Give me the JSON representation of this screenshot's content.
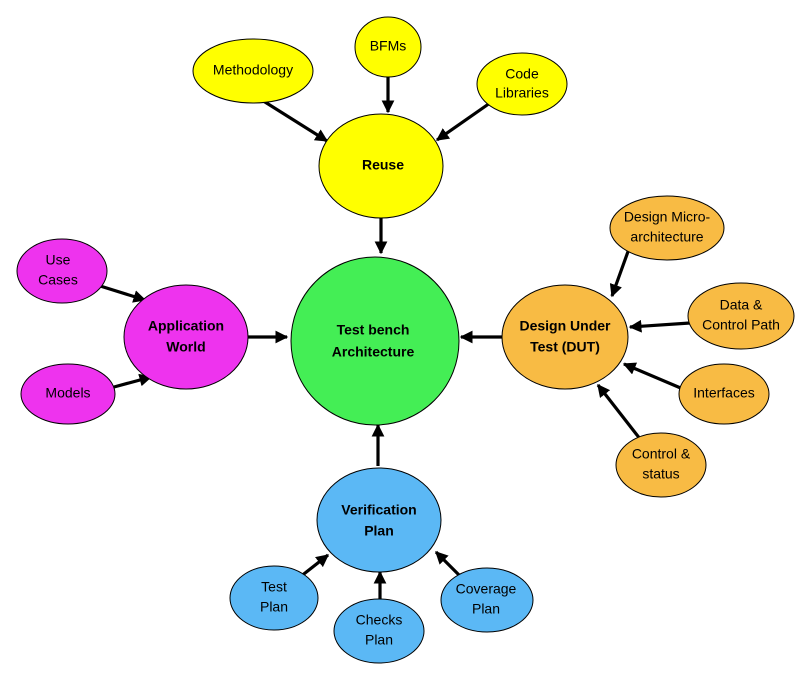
{
  "colors": {
    "reuse": "#ffff00",
    "center": "#44ee55",
    "application": "#ee33ee",
    "dut": "#f8bb44",
    "verification": "#5bb8f5"
  },
  "nodes": {
    "center": [
      "Test bench",
      "Architecture"
    ],
    "reuse": [
      "Reuse"
    ],
    "methodology": [
      "Methodology"
    ],
    "bfms": [
      "BFMs"
    ],
    "code_libraries": [
      "Code",
      "Libraries"
    ],
    "application_world": [
      "Application",
      "World"
    ],
    "use_cases": [
      "Use",
      "Cases"
    ],
    "models": [
      "Models"
    ],
    "dut": [
      "Design Under",
      "Test (DUT)"
    ],
    "design_micro": [
      "Design Micro-",
      "architecture"
    ],
    "data_control": [
      "Data &",
      "Control Path"
    ],
    "interfaces": [
      "Interfaces"
    ],
    "control_status": [
      "Control &",
      "status"
    ],
    "verification_plan": [
      "Verification",
      "Plan"
    ],
    "test_plan": [
      "Test",
      "Plan"
    ],
    "checks_plan": [
      "Checks",
      "Plan"
    ],
    "coverage_plan": [
      "Coverage",
      "Plan"
    ]
  }
}
